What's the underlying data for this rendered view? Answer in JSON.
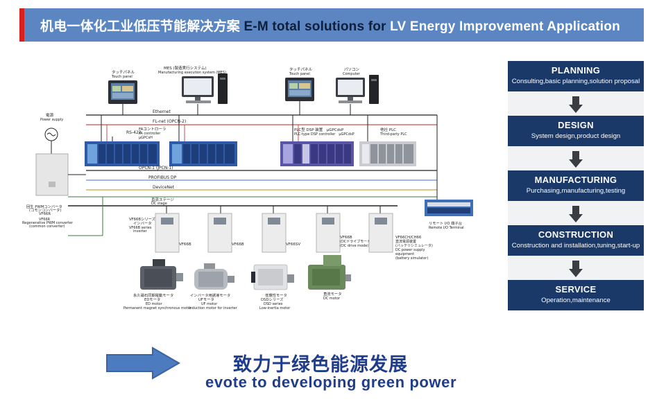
{
  "header": {
    "title_cn": "机电一体化工业低压节能解决方案",
    "title_en_dark": "E-M total solutions for",
    "title_en_rest": "LV Energy Improvement Application"
  },
  "diagram": {
    "top_devices": [
      {
        "jp": "タッチパネル",
        "en": "Touch panel"
      },
      {
        "jp": "MES (製造実行システム)",
        "en": "Manufacturing execution system (MES)"
      },
      {
        "jp": "タッチパネル",
        "en": "Touch panel"
      },
      {
        "jp": "パソコン",
        "en": "Computer"
      }
    ],
    "buses": {
      "ethernet": "Ethernet",
      "fl_net": "FL-net (OPCN-2)",
      "rs422": "RS-422",
      "opcn1": "OPCN-1 (JPCN-1)",
      "profibus": "PROFIBUS DP",
      "devicenet": "DeviceNet",
      "dc_stage_jp": "直流ステージ",
      "dc_stage_en": "DC stage"
    },
    "controllers": {
      "fa_jp": "FAコントローラ",
      "fa_en": "FA controller",
      "fa_model": "μGPCsH",
      "plc_dsp_jp": "PLC型 DSP 装置　μGPCdsP",
      "plc_dsp_en": "PLC-type DSP controller　μGPCdsP",
      "third_jp": "他社 PLC",
      "third_en": "Third-party PLC"
    },
    "power": {
      "jp": "電源",
      "en": "Power supply"
    },
    "converter": {
      "jp": "回生 PWMコンバータ",
      "jp2": "(コモンコンバータ)",
      "model": "VF66R",
      "model2": "VF66R",
      "en": "Regenerative PWM converter",
      "en2": "(common converter)"
    },
    "inverter_series": {
      "jp": "VF66Bシリーズ",
      "jp2": "インバータ",
      "en": "VF66B series",
      "en2": "inverter"
    },
    "drives": [
      {
        "model": "VF66B"
      },
      {
        "model": "VF66B"
      },
      {
        "model": "VF66SV"
      },
      {
        "model": "VF66B",
        "sub_jp": "(DCドライブモード)",
        "sub_en": "(DC drive mode)"
      },
      {
        "model": "VF66CH/CH66",
        "jp": "直流電源装置",
        "jp2": "(バッテリシミュレータ)",
        "en": "DC power supply",
        "en2": "equipment",
        "en3": "(battery simulator)"
      }
    ],
    "remote_io": {
      "jp": "リモート I/O 端子台",
      "en": "Remote I/O Terminal"
    },
    "motors": [
      {
        "jp": "永久磁石同期電動モータ",
        "code": "EDモータ",
        "en1": "ED motor",
        "en2": "Permanent magnet synchronous motor"
      },
      {
        "jp": "インバータ用誘導モータ",
        "code": "UFモータ",
        "en1": "UF motor",
        "en2": "Induction motor for inverter"
      },
      {
        "jp": "低慣性モータ",
        "code": "DSDシリーズ",
        "en1": "DSD series",
        "en2": "Low-inertia motor"
      },
      {
        "jp": "直流モータ",
        "code": "",
        "en1": "DC motor",
        "en2": ""
      }
    ]
  },
  "flow": {
    "steps": [
      {
        "title": "PLANNING",
        "desc": "Consulting,basic planning,solution proposal"
      },
      {
        "title": "DESIGN",
        "desc": "System design,product design"
      },
      {
        "title": "MANUFACTURING",
        "desc": "Purchasing,manufacturing,testing"
      },
      {
        "title": "CONSTRUCTION",
        "desc": "Construction and installation,tuning,start-up"
      },
      {
        "title": "SERVICE",
        "desc": "Operation,maintenance"
      }
    ]
  },
  "slogan": {
    "cn": "致力于绿色能源发展",
    "en": "evote to developing green power"
  },
  "colors": {
    "banner": "#5b86c1",
    "banner_accent": "#d9201f",
    "flow_box": "#1a3868",
    "slogan": "#1f3d8a",
    "arrow": "#4d7bbf"
  }
}
